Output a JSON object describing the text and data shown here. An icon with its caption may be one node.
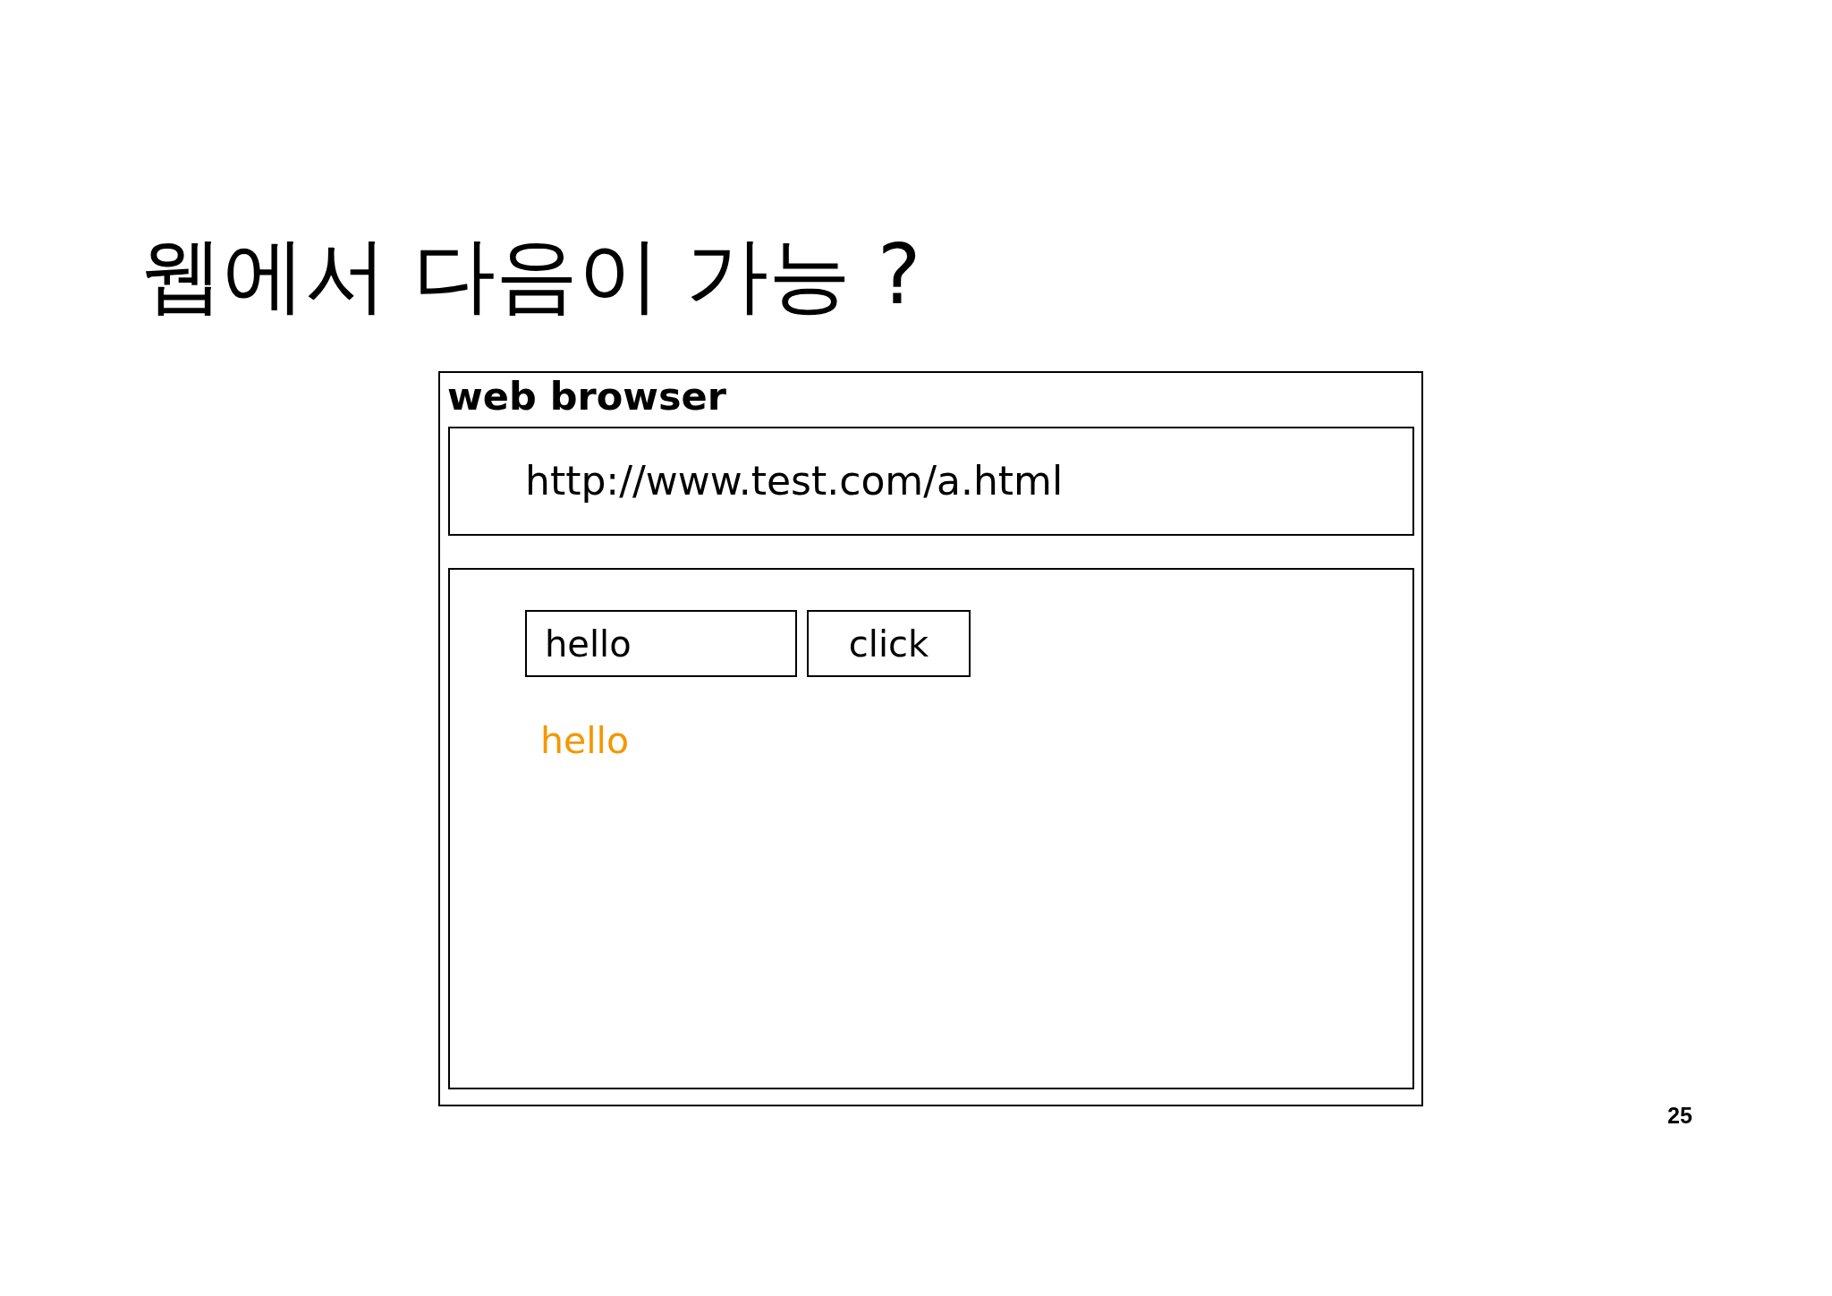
{
  "diagram": {
    "title": "웹에서 다음이 가능 ?",
    "nodes": [
      {
        "text": [
          "web browser"
        ]
      },
      {
        "text": [
          "http://www.test.com/a.html"
        ],
        "in": 0
      },
      {
        "text": [],
        "shape": "box",
        "in": 0
      },
      {
        "text": [
          "hello"
        ],
        "in": 2
      },
      {
        "text": [
          "click"
        ],
        "in": 2
      }
    ],
    "edges": [],
    "labels": [
      "hello",
      "25"
    ]
  }
}
